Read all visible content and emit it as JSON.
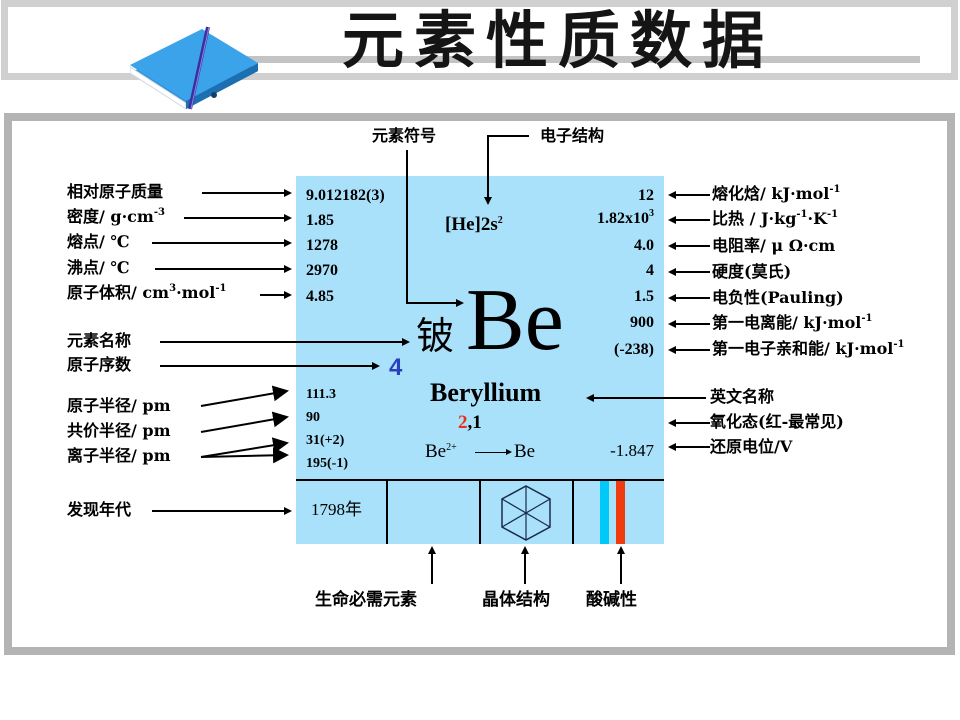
{
  "header": {
    "title": "元素性质数据",
    "icon": "binder-with-pen-icon"
  },
  "element": {
    "symbol": "Be",
    "chinese_name": "铍",
    "english_name": "Beryllium",
    "atomic_number": "4",
    "electron_config": "[He]2s",
    "electron_config_sup": "2",
    "oxidation_common": "2",
    "oxidation_other": ",1",
    "reduction_from": "Be",
    "reduction_from_sup": "2+",
    "reduction_to": "Be",
    "discovery_year": "1798年",
    "accent_atomic_number": "#2a3fbf",
    "accent_oxidation": "#e8301a",
    "card_color": "#a9e0fa"
  },
  "left_values": {
    "atomic_mass": "9.012182(3)",
    "density": "1.85",
    "melting_point": "1278",
    "boiling_point": "2970",
    "atomic_volume": "4.85",
    "atomic_radius": "111.3",
    "covalent_radius": "90",
    "ionic_radius_1": "31(+2)",
    "ionic_radius_2": "195(-1)"
  },
  "right_values": {
    "heat_of_fusion": "12",
    "specific_heat": "1.82x10",
    "specific_heat_sup": "3",
    "resistivity": "4.0",
    "hardness": "4",
    "electronegativity": "1.5",
    "first_ionization": "900",
    "electron_affinity": "(-238)",
    "reduction_potential": "-1.847"
  },
  "labels_left": {
    "atomic_mass": "相对原子质量",
    "density": "密度/ g·cm",
    "density_sup": "-3",
    "melting_point": "熔点/ ℃",
    "boiling_point": "沸点/ ℃",
    "atomic_volume": "原子体积/ cm",
    "atomic_volume_sup1": "3",
    "atomic_volume_mid": "·mol",
    "atomic_volume_sup2": "-1",
    "element_name": "元素名称",
    "atomic_number": "原子序数",
    "atomic_radius": "原子半径/ pm",
    "covalent_radius": "共价半径/ pm",
    "ionic_radius": "离子半径/ pm",
    "discovery_year": "发现年代"
  },
  "labels_top": {
    "symbol": "元素符号",
    "electron_config": "电子结构"
  },
  "labels_right": {
    "heat_of_fusion": "熔化焓/ kJ·mol",
    "heat_of_fusion_sup": "-1",
    "specific_heat": "比热 / J·kg",
    "specific_heat_sup1": "-1",
    "specific_heat_mid": "·K",
    "specific_heat_sup2": "-1",
    "resistivity": "电阻率/ μ Ω·cm",
    "hardness": "硬度(莫氏)",
    "electronegativity": "电负性(Pauling)",
    "first_ionization": "第一电离能/ kJ·mol",
    "first_ionization_sup": "-1",
    "electron_affinity": "第一电子亲和能/ kJ·mol",
    "electron_affinity_sup": "-1",
    "english_name": "英文名称",
    "oxidation_state": "氧化态(红-最常见)",
    "reduction_potential": "还原电位/V"
  },
  "labels_bottom": {
    "essential_element": "生命必需元素",
    "crystal_structure": "晶体结构",
    "acid_base": "酸碱性"
  },
  "bottom_row": {
    "crystal_icon": "hexagonal-crystal-icon",
    "acid_base_colors": [
      "#00c8f8",
      "#f03a10"
    ]
  }
}
